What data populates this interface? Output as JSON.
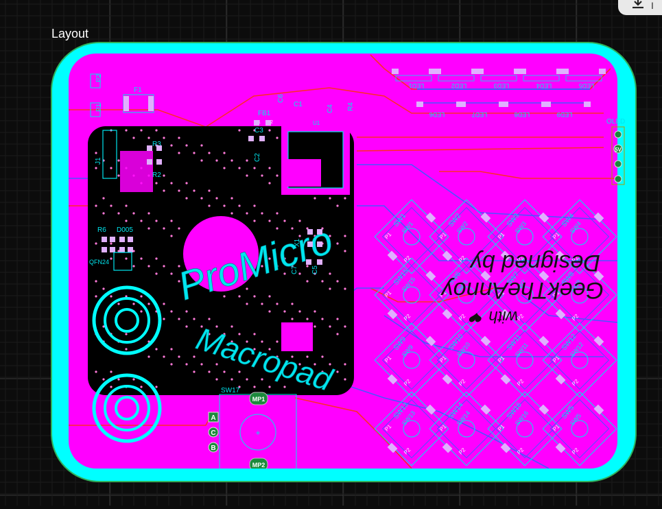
{
  "panel": {
    "title": "Layout",
    "download_label": "I"
  },
  "board": {
    "title_line1": "ProMicro",
    "title_line2": "Macropad",
    "credit_lines": [
      "Designed by",
      "GeekTheAnnoy",
      "with ❤"
    ],
    "colors": {
      "background": "#0c0c0c",
      "grid": "#3a3a3a",
      "board_edge": "#00ffff",
      "copper_top": "#ff00ff",
      "silk": "#00e5ee",
      "trace_red": "#ff2a2a",
      "trace_blue": "#4a55ff",
      "pad": "#e0b0ff",
      "component_bg": "#000000"
    },
    "labels": {
      "leds_top": [
        "LED1",
        "LED2",
        "LED3",
        "LED4",
        "LED5"
      ],
      "leds_bottom": [
        "LED6",
        "LED7",
        "LED8",
        "LED9"
      ],
      "switches_row1": [
        "SW1",
        "SW2",
        "SW3",
        "SW4"
      ],
      "switches_row2": [
        "SW15",
        "SW6",
        "SW7",
        "SW8"
      ],
      "switches_row3": [
        "SW9",
        "SW10",
        "SW11",
        "SW12"
      ],
      "switches_row4": [
        "SW13",
        "SW14",
        "SW16",
        "SW5"
      ],
      "components": {
        "p2": "P2",
        "p1": "P1",
        "f1": "F1",
        "j1": "J1",
        "r3": "R3",
        "r2": "R2",
        "fb1": "FB1",
        "c3": "C3",
        "c6": "C6",
        "c1": "C1",
        "c4": "C4",
        "r4": "R4",
        "c2": "C2",
        "u1": "U1",
        "r6": "R6",
        "d005": "D005",
        "qfn": "QFN24",
        "x1": "X1",
        "c7": "C7",
        "c5": "C5",
        "sw17": "SW17",
        "mp1": "MP1",
        "mp2": "MP2",
        "enc_a": "A",
        "enc_c": "C",
        "enc_b": "B",
        "oled": "OLED",
        "oled_5v": "5V",
        "pad1": "1",
        "pad2": "2"
      },
      "pin_p1": "P1",
      "pin_p2": "P2"
    }
  }
}
